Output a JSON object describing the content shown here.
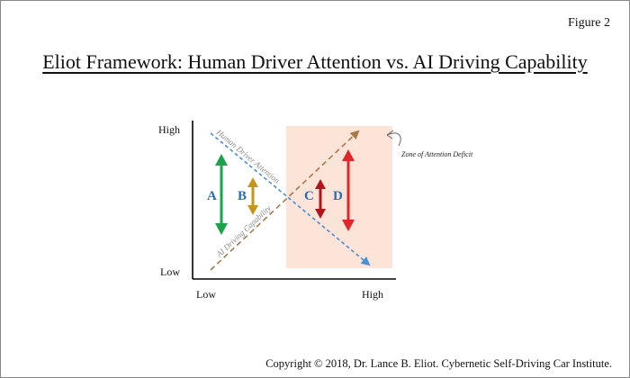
{
  "figure_label": "Figure 2",
  "title": "Eliot Framework: Human Driver Attention vs. AI Driving Capability",
  "copyright": "Copyright © 2018, Dr. Lance B. Eliot. Cybernetic Self-Driving Car Institute.",
  "axes": {
    "y_high": "High",
    "y_low": "Low",
    "x_low": "Low",
    "x_high": "High"
  },
  "lines": {
    "human": {
      "label": "Human Driver Attention",
      "color": "#4a8fd6"
    },
    "ai": {
      "label": "AI Driving Capability",
      "color": "#a8784a"
    }
  },
  "zone": {
    "label": "Zone of Attention Deficit",
    "color": "#fde4d8"
  },
  "arrows": [
    {
      "label": "A",
      "color": "#1aa34a",
      "label_color": "#2a6cb3"
    },
    {
      "label": "B",
      "color": "#c4961c",
      "label_color": "#2a6cb3"
    },
    {
      "label": "C",
      "color": "#b3141a",
      "label_color": "#2a6cb3"
    },
    {
      "label": "D",
      "color": "#e0252b",
      "label_color": "#2a6cb3"
    }
  ]
}
